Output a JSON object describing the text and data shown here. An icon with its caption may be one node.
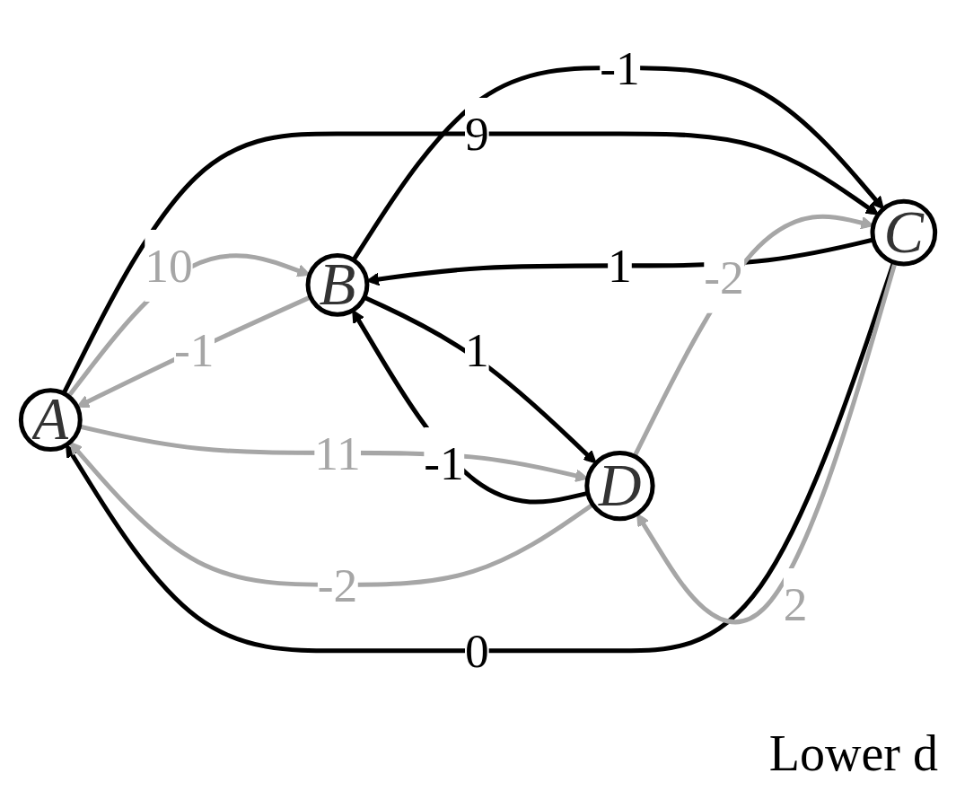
{
  "diagram": {
    "nodes": [
      {
        "text": [
          "A"
        ]
      },
      {
        "text": [
          "B"
        ]
      },
      {
        "text": [
          "C"
        ]
      },
      {
        "text": [
          "D"
        ]
      }
    ],
    "edges": [
      {
        "from": 0,
        "to": 1,
        "arrow": "to",
        "label": "10",
        "color": "#a6a6a6"
      },
      {
        "from": 1,
        "to": 0,
        "arrow": "to",
        "label": "-1",
        "color": "#a6a6a6"
      },
      {
        "from": 1,
        "to": 3,
        "arrow": "to",
        "label": "1",
        "color": "#000000"
      },
      {
        "from": 3,
        "to": 1,
        "arrow": "to",
        "label": "-1",
        "color": "#000000"
      },
      {
        "from": 2,
        "to": 1,
        "arrow": "to",
        "label": "1",
        "color": "#000000"
      },
      {
        "from": 1,
        "to": 2,
        "arrow": "to",
        "label": "-1",
        "color": "#000000"
      },
      {
        "from": 0,
        "to": 2,
        "arrow": "to",
        "label": "9",
        "color": "#000000"
      },
      {
        "from": 2,
        "to": 0,
        "arrow": "to",
        "label": "0",
        "color": "#000000"
      },
      {
        "from": 2,
        "to": 3,
        "arrow": "to",
        "label": "2",
        "color": "#a6a6a6"
      },
      {
        "from": 3,
        "to": 2,
        "arrow": "to",
        "label": "-2",
        "color": "#a6a6a6"
      },
      {
        "from": 0,
        "to": 3,
        "arrow": "to",
        "label": "11",
        "color": "#a6a6a6"
      },
      {
        "from": 3,
        "to": 0,
        "arrow": "to",
        "label": "-2",
        "color": "#a6a6a6"
      }
    ],
    "labels": [
      "Lower d"
    ]
  }
}
